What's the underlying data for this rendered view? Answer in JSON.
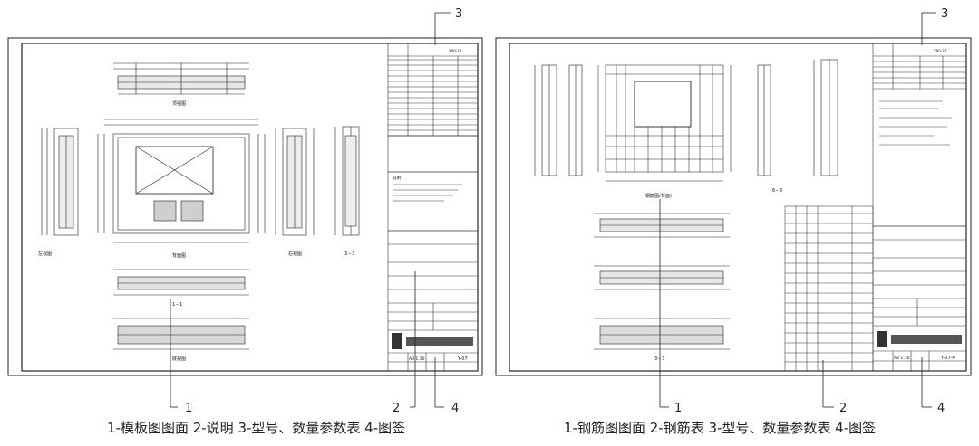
{
  "left_drawing": {
    "table_header": "YB0-24",
    "view_labels": {
      "top": "顶视图",
      "left": "左视图",
      "back": "背面图",
      "right": "右视图",
      "section_33": "3－3",
      "section_11": "1－1",
      "bottom": "底视图"
    },
    "note_heading": "说明：",
    "drawing_no": "Y-07",
    "scale": "A3 1:30"
  },
  "right_drawing": {
    "table_header": "YB0-24",
    "view_labels": {
      "front": "钢筋图(背面)",
      "section_33": "3－3",
      "section_66": "6－6"
    },
    "drawing_no": "Y-07-P",
    "scale": "A3 1:30"
  },
  "callouts": {
    "left": [
      "3",
      "1",
      "2",
      "4"
    ],
    "right": [
      "3",
      "1",
      "2",
      "4"
    ]
  },
  "captions": {
    "left": "1-模板图图面  2-说明  3-型号、数量参数表  4-图签",
    "right": "1-钢筋图图面  2-钢筋表  3-型号、数量参数表  4-图签"
  }
}
